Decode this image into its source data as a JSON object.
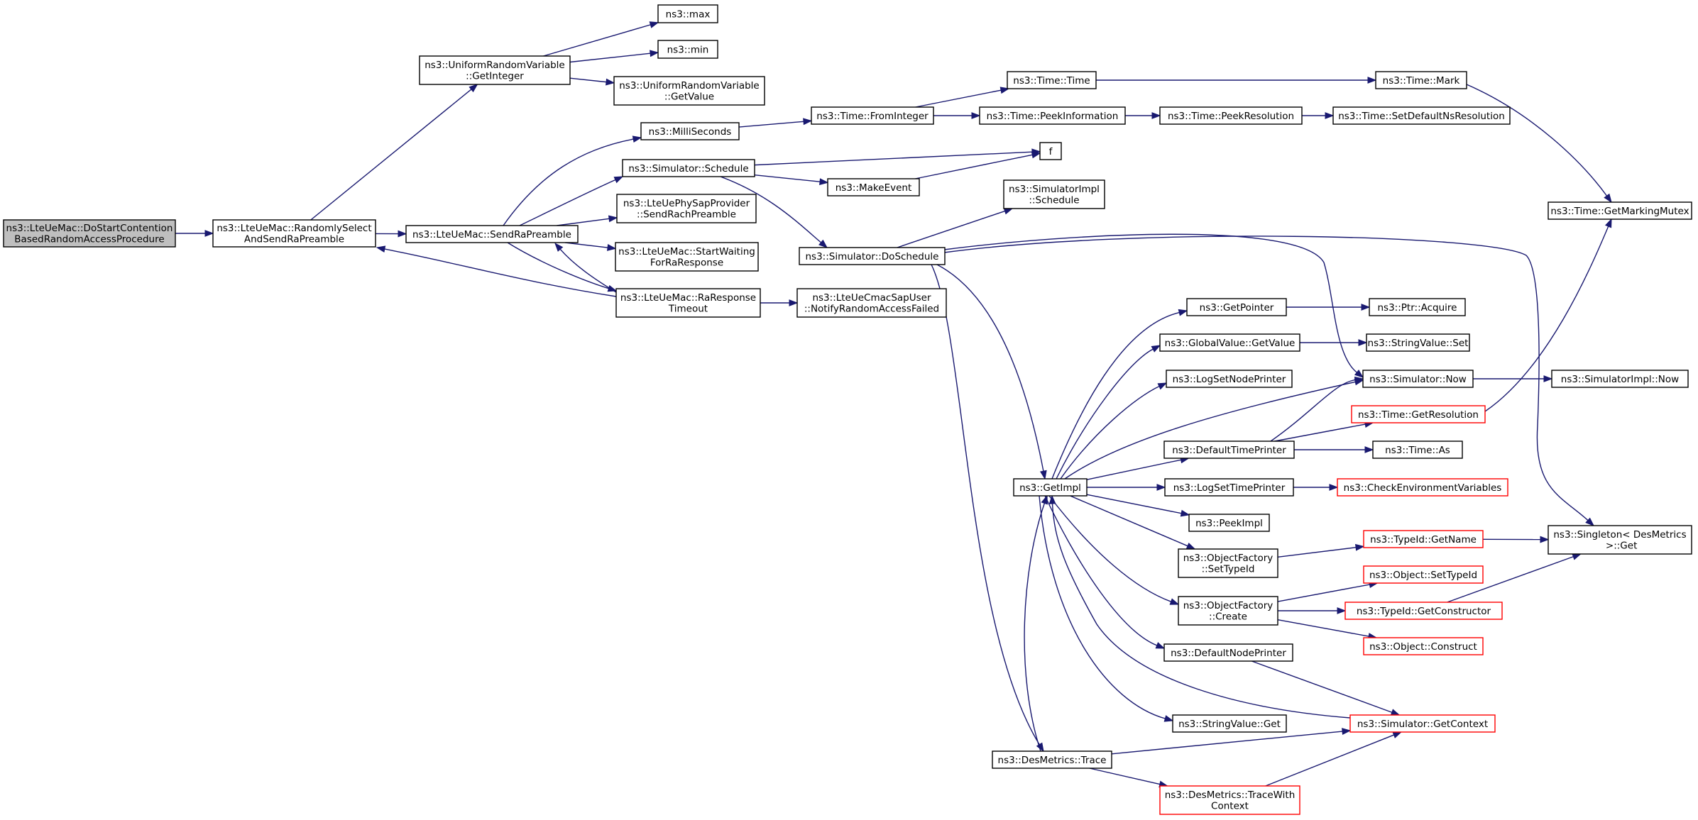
{
  "colors": {
    "edge": "#191970",
    "node_border": "#000000",
    "truncated_node_border": "#ff0000",
    "root_fill": "#bfbfbf",
    "background": "#ffffff"
  },
  "nodes": [
    {
      "id": "root",
      "lines": [
        "ns3::LteUeMac::DoStartContention",
        "BasedRandomAccessProcedure"
      ],
      "style": "root"
    },
    {
      "id": "rsasrp",
      "lines": [
        "ns3::LteUeMac::RandomlySelect",
        "AndSendRaPreamble"
      ]
    },
    {
      "id": "urvgi",
      "lines": [
        "ns3::UniformRandomVariable",
        "::GetInteger"
      ]
    },
    {
      "id": "max",
      "lines": [
        "ns3::max"
      ]
    },
    {
      "id": "min",
      "lines": [
        "ns3::min"
      ]
    },
    {
      "id": "urvgv",
      "lines": [
        "ns3::UniformRandomVariable",
        "::GetValue"
      ]
    },
    {
      "id": "srp",
      "lines": [
        "ns3::LteUeMac::SendRaPreamble"
      ]
    },
    {
      "id": "millis",
      "lines": [
        "ns3::MilliSeconds"
      ]
    },
    {
      "id": "simsched",
      "lines": [
        "ns3::Simulator::Schedule"
      ]
    },
    {
      "id": "physap",
      "lines": [
        "ns3::LteUePhySapProvider",
        "::SendRachPreamble"
      ]
    },
    {
      "id": "startwait",
      "lines": [
        "ns3::LteUeMac::StartWaiting",
        "ForRaResponse"
      ]
    },
    {
      "id": "rarto",
      "lines": [
        "ns3::LteUeMac::RaResponse",
        "Timeout"
      ]
    },
    {
      "id": "fromint",
      "lines": [
        "ns3::Time::FromInteger"
      ]
    },
    {
      "id": "timetime",
      "lines": [
        "ns3::Time::Time"
      ]
    },
    {
      "id": "peekinfo",
      "lines": [
        "ns3::Time::PeekInformation"
      ]
    },
    {
      "id": "timemark",
      "lines": [
        "ns3::Time::Mark"
      ]
    },
    {
      "id": "peekres",
      "lines": [
        "ns3::Time::PeekResolution"
      ]
    },
    {
      "id": "setdefns",
      "lines": [
        "ns3::Time::SetDefaultNsResolution"
      ]
    },
    {
      "id": "f",
      "lines": [
        "f"
      ]
    },
    {
      "id": "makeevent",
      "lines": [
        "ns3::MakeEvent"
      ]
    },
    {
      "id": "simimplsched",
      "lines": [
        "ns3::SimulatorImpl",
        "::Schedule"
      ]
    },
    {
      "id": "dosched",
      "lines": [
        "ns3::Simulator::DoSchedule"
      ]
    },
    {
      "id": "notifyraf",
      "lines": [
        "ns3::LteUeCmacSapUser",
        "::NotifyRandomAccessFailed"
      ]
    },
    {
      "id": "getmarkmutex",
      "lines": [
        "ns3::Time::GetMarkingMutex"
      ]
    },
    {
      "id": "getpointer",
      "lines": [
        "ns3::GetPointer"
      ]
    },
    {
      "id": "ptracquire",
      "lines": [
        "ns3::Ptr::Acquire"
      ]
    },
    {
      "id": "gvgetvalue",
      "lines": [
        "ns3::GlobalValue::GetValue"
      ]
    },
    {
      "id": "svset",
      "lines": [
        "ns3::StringValue::Set"
      ]
    },
    {
      "id": "logsetnode",
      "lines": [
        "ns3::LogSetNodePrinter"
      ]
    },
    {
      "id": "simnow",
      "lines": [
        "ns3::Simulator::Now"
      ]
    },
    {
      "id": "simimplnow",
      "lines": [
        "ns3::SimulatorImpl::Now"
      ]
    },
    {
      "id": "getres",
      "lines": [
        "ns3::Time::GetResolution"
      ],
      "style": "red"
    },
    {
      "id": "deftimeprinter",
      "lines": [
        "ns3::DefaultTimePrinter"
      ]
    },
    {
      "id": "timeas",
      "lines": [
        "ns3::Time::As"
      ]
    },
    {
      "id": "getimpl",
      "lines": [
        "ns3::GetImpl"
      ]
    },
    {
      "id": "logsettime",
      "lines": [
        "ns3::LogSetTimePrinter"
      ]
    },
    {
      "id": "checkenv",
      "lines": [
        "ns3::CheckEnvironmentVariables"
      ],
      "style": "red"
    },
    {
      "id": "peekimpl",
      "lines": [
        "ns3::PeekImpl"
      ]
    },
    {
      "id": "ofsettypeid",
      "lines": [
        "ns3::ObjectFactory",
        "::SetTypeId"
      ]
    },
    {
      "id": "typeidgetname",
      "lines": [
        "ns3::TypeId::GetName"
      ],
      "style": "red"
    },
    {
      "id": "singleton",
      "lines": [
        "ns3::Singleton< DesMetrics",
        " >::Get"
      ]
    },
    {
      "id": "objsettypeid",
      "lines": [
        "ns3::Object::SetTypeId"
      ],
      "style": "red"
    },
    {
      "id": "ofcreate",
      "lines": [
        "ns3::ObjectFactory",
        "::Create"
      ]
    },
    {
      "id": "getctor",
      "lines": [
        "ns3::TypeId::GetConstructor"
      ],
      "style": "red"
    },
    {
      "id": "objconstruct",
      "lines": [
        "ns3::Object::Construct"
      ],
      "style": "red"
    },
    {
      "id": "defnodeprinter",
      "lines": [
        "ns3::DefaultNodePrinter"
      ]
    },
    {
      "id": "svget",
      "lines": [
        "ns3::StringValue::Get"
      ]
    },
    {
      "id": "getcontext",
      "lines": [
        "ns3::Simulator::GetContext"
      ],
      "style": "red"
    },
    {
      "id": "desmtrace",
      "lines": [
        "ns3::DesMetrics::Trace"
      ]
    },
    {
      "id": "tracewctx",
      "lines": [
        "ns3::DesMetrics::TraceWith",
        "Context"
      ],
      "style": "red"
    }
  ],
  "edges": [
    {
      "from": "root",
      "to": "rsasrp"
    },
    {
      "from": "rsasrp",
      "to": "urvgi"
    },
    {
      "from": "rsasrp",
      "to": "srp"
    },
    {
      "from": "urvgi",
      "to": "max"
    },
    {
      "from": "urvgi",
      "to": "min"
    },
    {
      "from": "urvgi",
      "to": "urvgv"
    },
    {
      "from": "srp",
      "to": "millis"
    },
    {
      "from": "srp",
      "to": "simsched"
    },
    {
      "from": "srp",
      "to": "physap"
    },
    {
      "from": "srp",
      "to": "startwait"
    },
    {
      "from": "srp",
      "to": "rarto"
    },
    {
      "from": "rarto",
      "to": "rsasrp"
    },
    {
      "from": "rarto",
      "to": "srp"
    },
    {
      "from": "rarto",
      "to": "notifyraf"
    },
    {
      "from": "millis",
      "to": "fromint"
    },
    {
      "from": "fromint",
      "to": "timetime"
    },
    {
      "from": "fromint",
      "to": "peekinfo"
    },
    {
      "from": "timetime",
      "to": "timemark"
    },
    {
      "from": "peekinfo",
      "to": "peekres"
    },
    {
      "from": "peekres",
      "to": "setdefns"
    },
    {
      "from": "timemark",
      "to": "getmarkmutex"
    },
    {
      "from": "simsched",
      "to": "f"
    },
    {
      "from": "simsched",
      "to": "makeevent"
    },
    {
      "from": "simsched",
      "to": "dosched"
    },
    {
      "from": "makeevent",
      "to": "f"
    },
    {
      "from": "dosched",
      "to": "simimplsched"
    },
    {
      "from": "dosched",
      "to": "simnow"
    },
    {
      "from": "dosched",
      "to": "singleton"
    },
    {
      "from": "dosched",
      "to": "getimpl"
    },
    {
      "from": "dosched",
      "to": "desmtrace"
    },
    {
      "from": "getimpl",
      "to": "getpointer"
    },
    {
      "from": "getimpl",
      "to": "gvgetvalue"
    },
    {
      "from": "getimpl",
      "to": "logsetnode"
    },
    {
      "from": "getimpl",
      "to": "simnow"
    },
    {
      "from": "getimpl",
      "to": "deftimeprinter"
    },
    {
      "from": "getimpl",
      "to": "logsettime"
    },
    {
      "from": "getimpl",
      "to": "peekimpl"
    },
    {
      "from": "getimpl",
      "to": "ofsettypeid"
    },
    {
      "from": "getimpl",
      "to": "ofcreate"
    },
    {
      "from": "getimpl",
      "to": "defnodeprinter"
    },
    {
      "from": "getimpl",
      "to": "svget"
    },
    {
      "from": "getpointer",
      "to": "ptracquire"
    },
    {
      "from": "gvgetvalue",
      "to": "svset"
    },
    {
      "from": "simnow",
      "to": "simimplnow"
    },
    {
      "from": "deftimeprinter",
      "to": "simnow"
    },
    {
      "from": "deftimeprinter",
      "to": "getres"
    },
    {
      "from": "deftimeprinter",
      "to": "timeas"
    },
    {
      "from": "getres",
      "to": "getmarkmutex"
    },
    {
      "from": "logsettime",
      "to": "checkenv"
    },
    {
      "from": "ofsettypeid",
      "to": "typeidgetname"
    },
    {
      "from": "typeidgetname",
      "to": "singleton"
    },
    {
      "from": "ofcreate",
      "to": "objsettypeid"
    },
    {
      "from": "ofcreate",
      "to": "getctor"
    },
    {
      "from": "ofcreate",
      "to": "objconstruct"
    },
    {
      "from": "getctor",
      "to": "singleton"
    },
    {
      "from": "defnodeprinter",
      "to": "getcontext"
    },
    {
      "from": "getcontext",
      "to": "getimpl"
    },
    {
      "from": "desmtrace",
      "to": "getimpl"
    },
    {
      "from": "desmtrace",
      "to": "getcontext"
    },
    {
      "from": "desmtrace",
      "to": "tracewctx"
    },
    {
      "from": "tracewctx",
      "to": "getcontext"
    }
  ]
}
